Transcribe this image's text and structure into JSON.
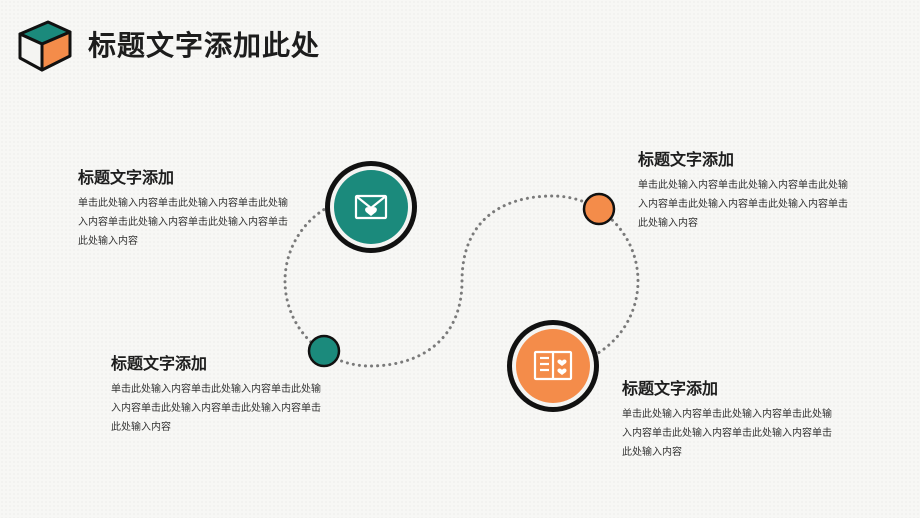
{
  "page": {
    "title": "标题文字添加此处"
  },
  "colors": {
    "teal": "#1b8a7c",
    "orange": "#f48c4a",
    "outline": "#111111",
    "dots": "#7a7a7a"
  },
  "icons": {
    "logo": "cube-icon",
    "node1": "envelope-icon",
    "node2": "book-icon"
  },
  "blocks": [
    {
      "title": "标题文字添加",
      "text": "单击此处输入内容单击此处输入内容单击此处输入内容单击此处输入内容单击此处输入内容单击此处输入内容"
    },
    {
      "title": "标题文字添加",
      "text": "单击此处输入内容单击此处输入内容单击此处输入内容单击此处输入内容单击此处输入内容单击此处输入内容"
    },
    {
      "title": "标题文字添加",
      "text": "单击此处输入内容单击此处输入内容单击此处输入内容单击此处输入内容单击此处输入内容单击此处输入内容"
    },
    {
      "title": "标题文字添加",
      "text": "单击此处输入内容单击此处输入内容单击此处输入内容单击此处输入内容单击此处输入内容单击此处输入内容"
    }
  ]
}
